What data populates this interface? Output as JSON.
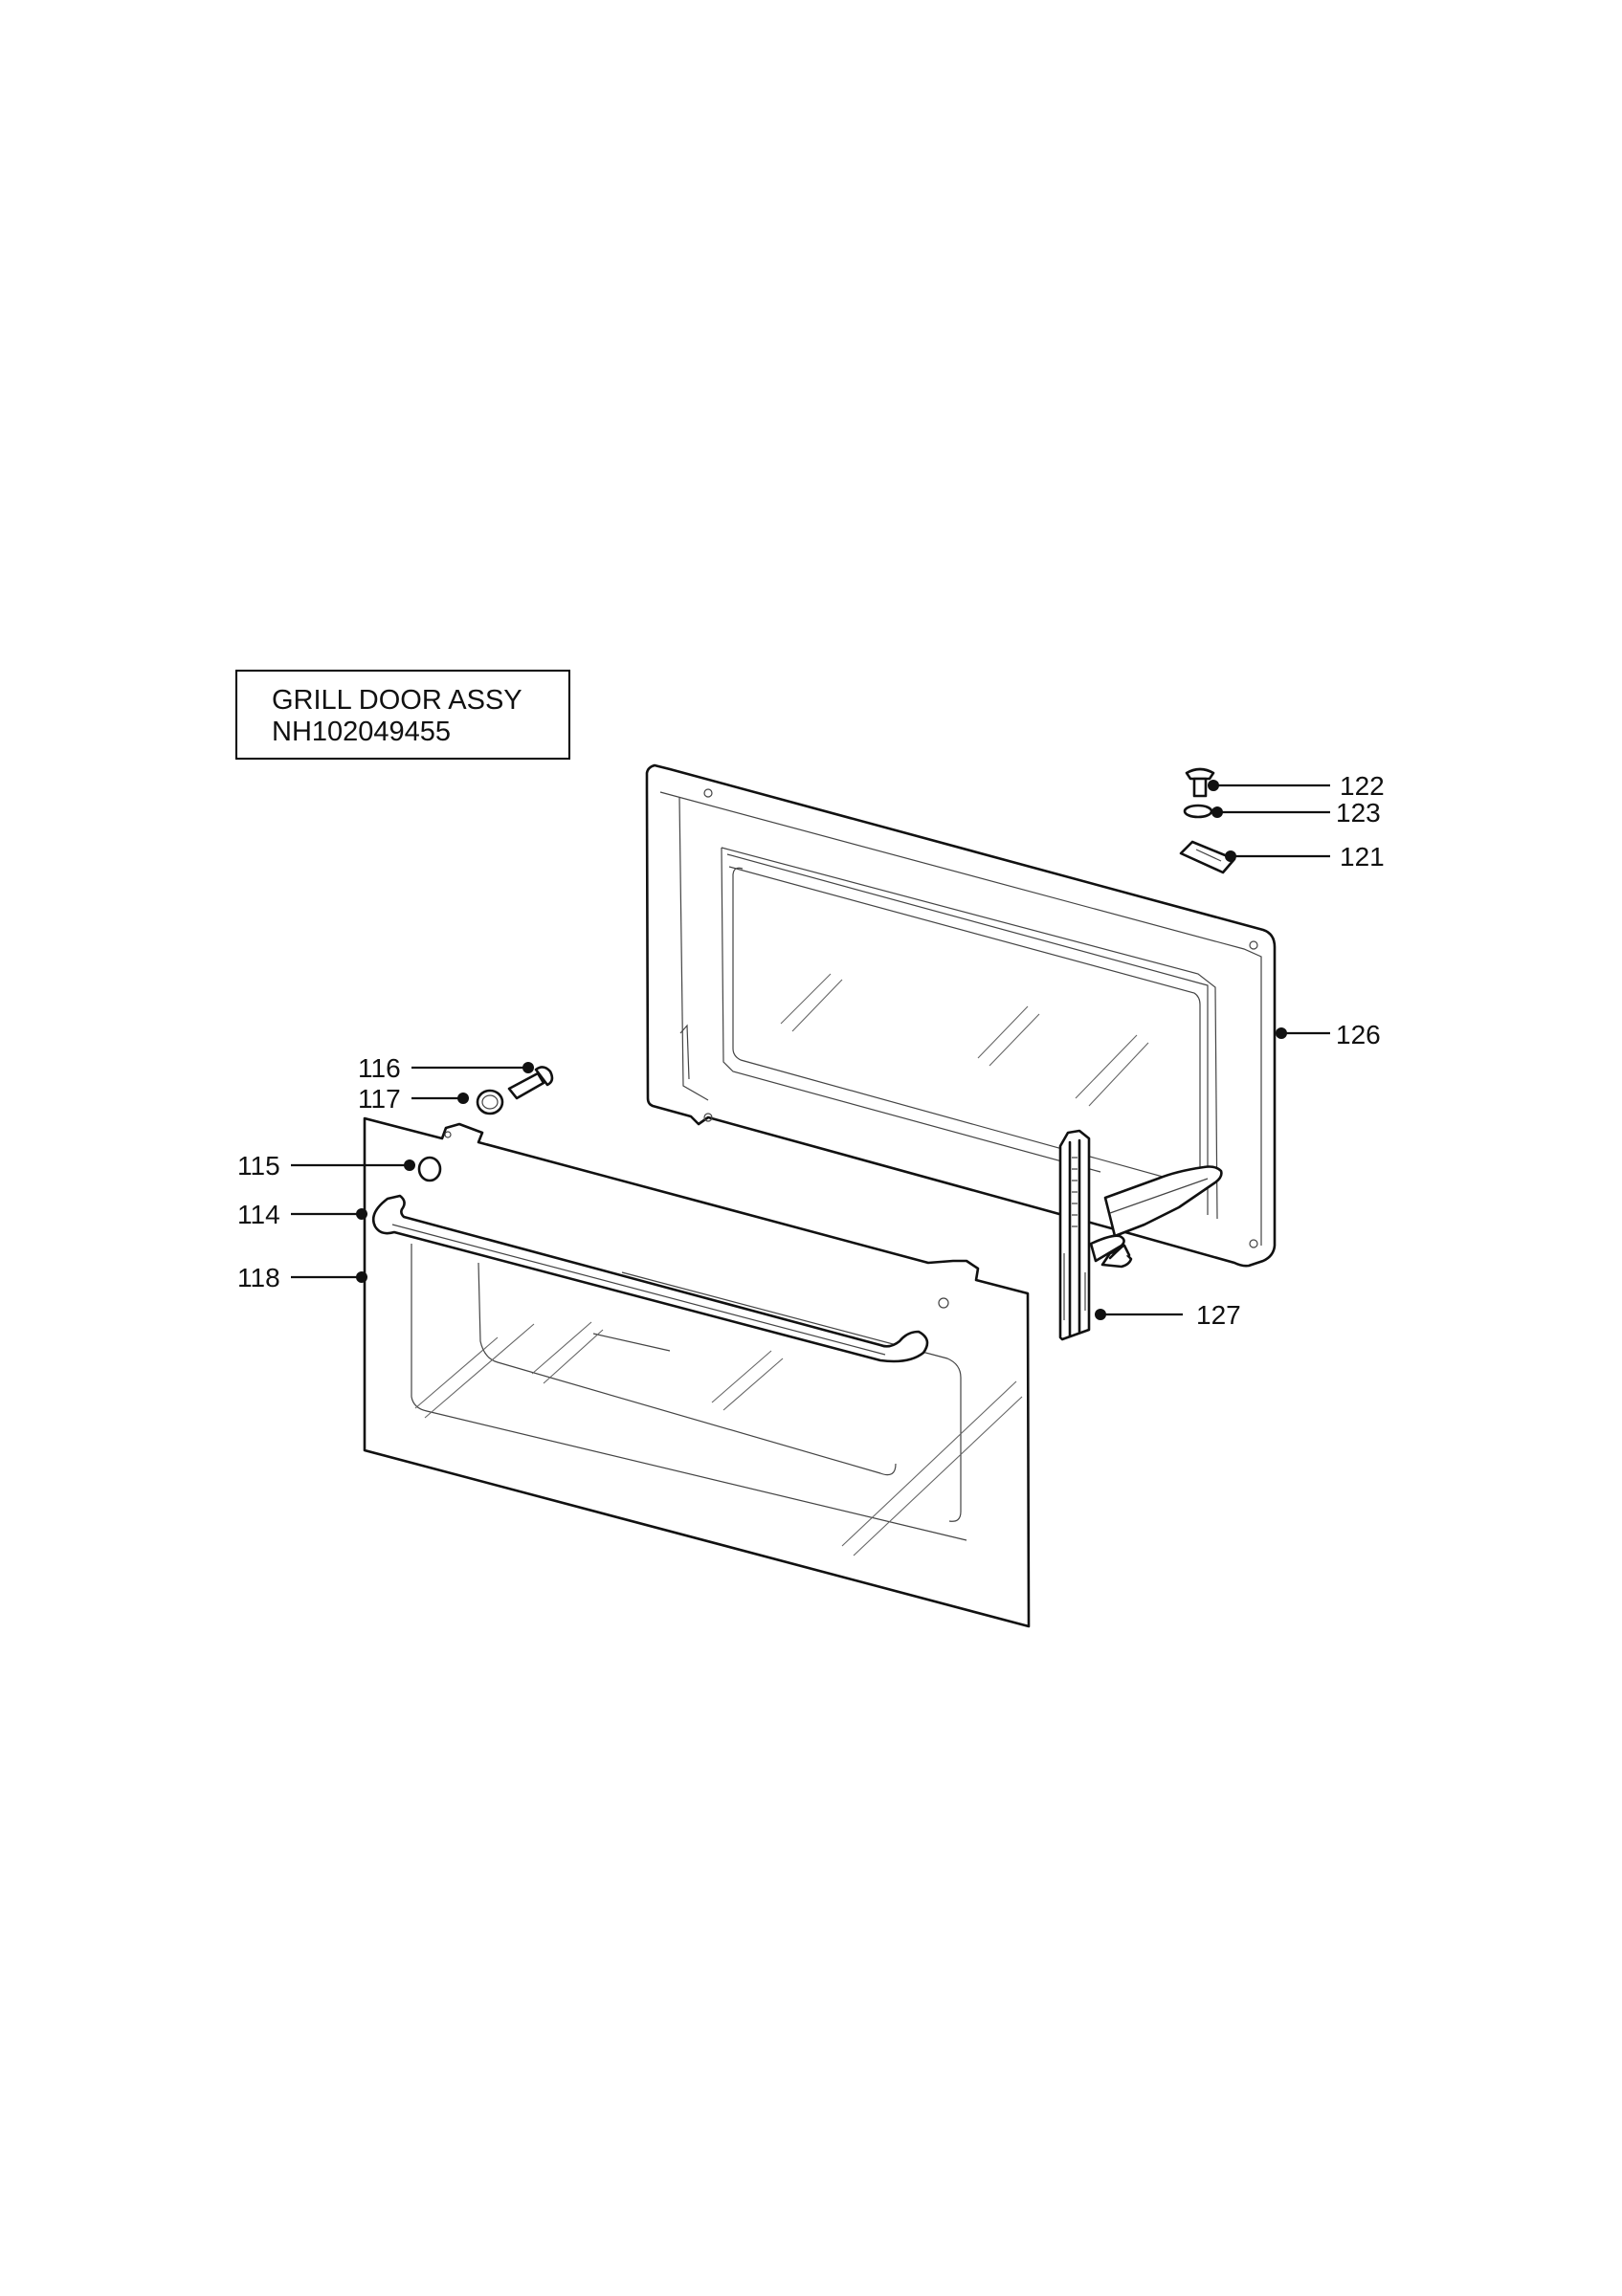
{
  "title": {
    "line1": "GRILL DOOR ASSY",
    "line2": "NH102049455"
  },
  "callouts": {
    "c122": "122",
    "c123": "123",
    "c121": "121",
    "c126": "126",
    "c116": "116",
    "c117": "117",
    "c115": "115",
    "c114": "114",
    "c118": "118",
    "c127": "127"
  }
}
